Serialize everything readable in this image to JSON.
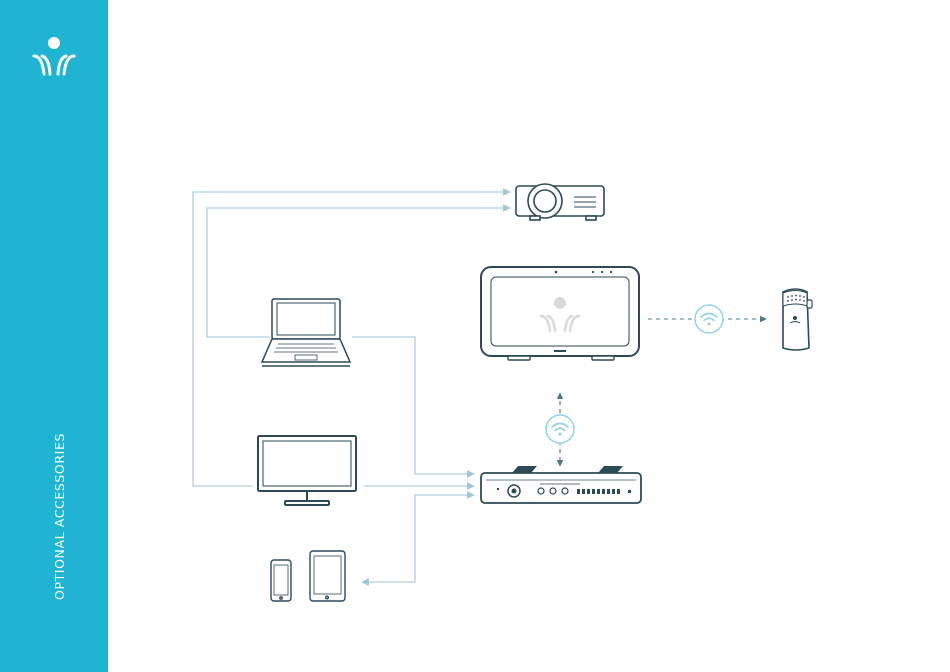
{
  "sidebar": {
    "title": "OPTIONAL ACCESSORIES",
    "background_color": "#1fb4d2",
    "logo_icon": "brand-logo-icon"
  },
  "diagram": {
    "devices": [
      {
        "name": "projector",
        "icon": "projector-icon"
      },
      {
        "name": "laptop",
        "icon": "laptop-icon"
      },
      {
        "name": "monitor",
        "icon": "monitor-icon"
      },
      {
        "name": "smartphone",
        "icon": "smartphone-icon"
      },
      {
        "name": "tablet",
        "icon": "tablet-icon"
      },
      {
        "name": "touch-display",
        "icon": "touch-display-icon"
      },
      {
        "name": "control-unit",
        "icon": "control-unit-icon"
      },
      {
        "name": "wireless-camera",
        "icon": "wireless-camera-icon"
      }
    ],
    "wireless_icons": [
      "wifi-icon",
      "wifi-icon"
    ],
    "colors": {
      "line": "#9fc6d4",
      "dashed_link": "#4f7787",
      "device_stroke": "#2e4a55",
      "wifi_stroke": "#93d3e3",
      "accent": "#1fb4d2"
    }
  }
}
